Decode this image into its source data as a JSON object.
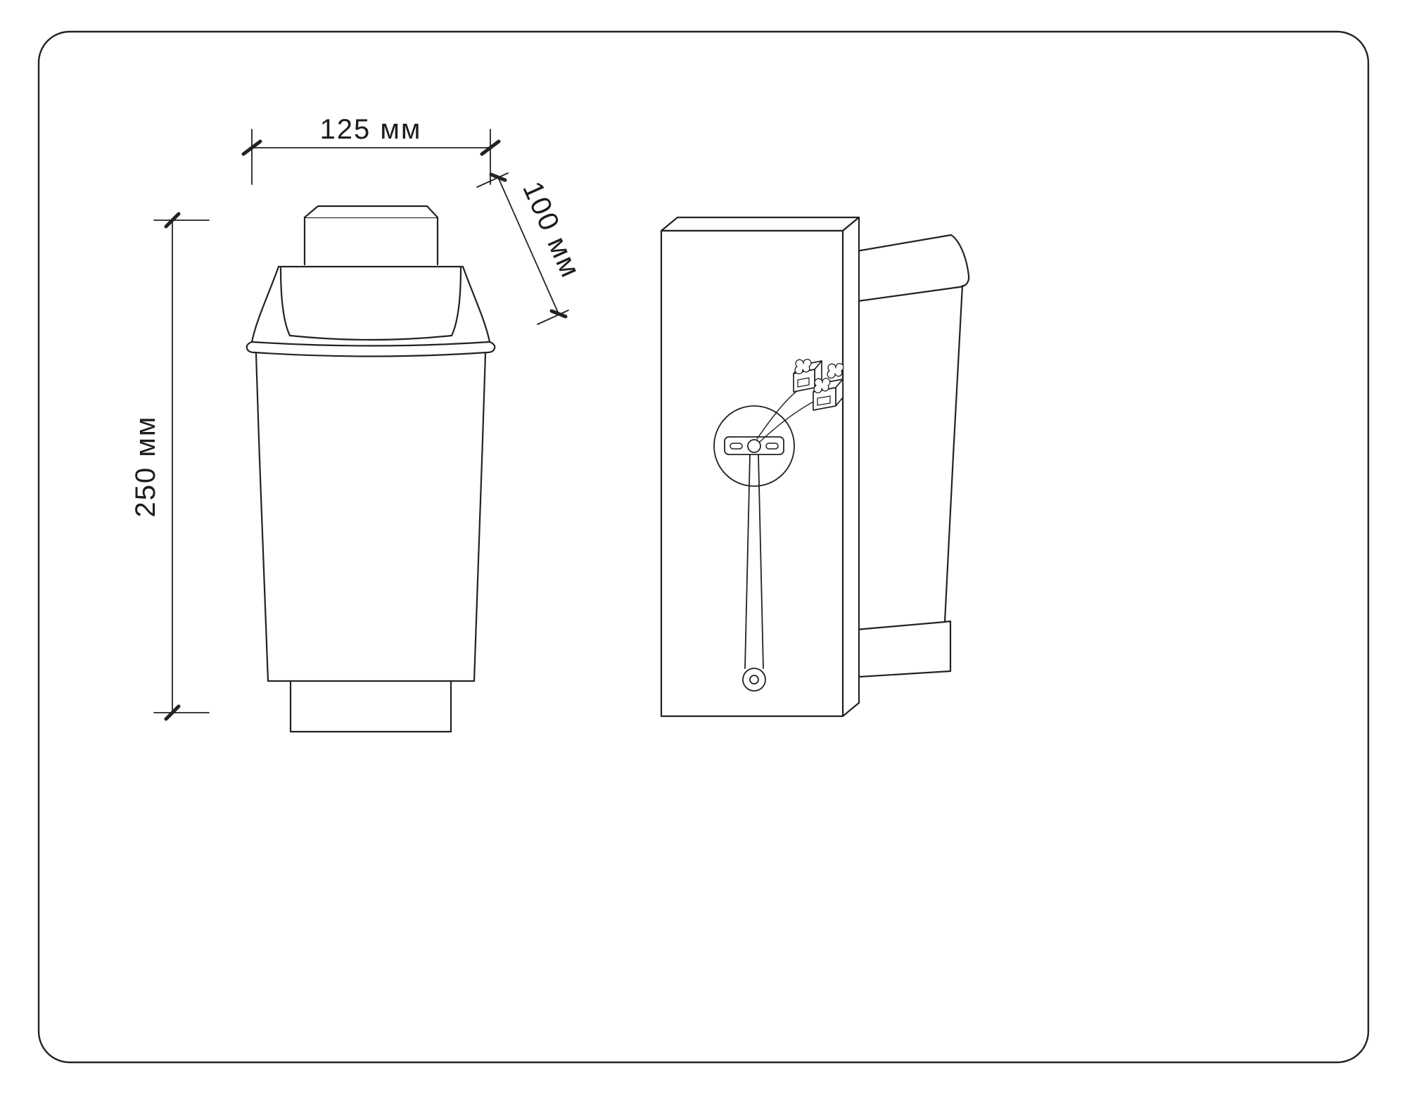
{
  "document": {
    "kind": "technical dimensional drawing",
    "subject": "wall lamp: front view with dimensions and rear mounting view with terminal block"
  },
  "dimensions": {
    "width": "125 мм",
    "depth": "100 мм",
    "height": "250 мм"
  },
  "colors": {
    "line": "#222222",
    "background": "#ffffff"
  }
}
